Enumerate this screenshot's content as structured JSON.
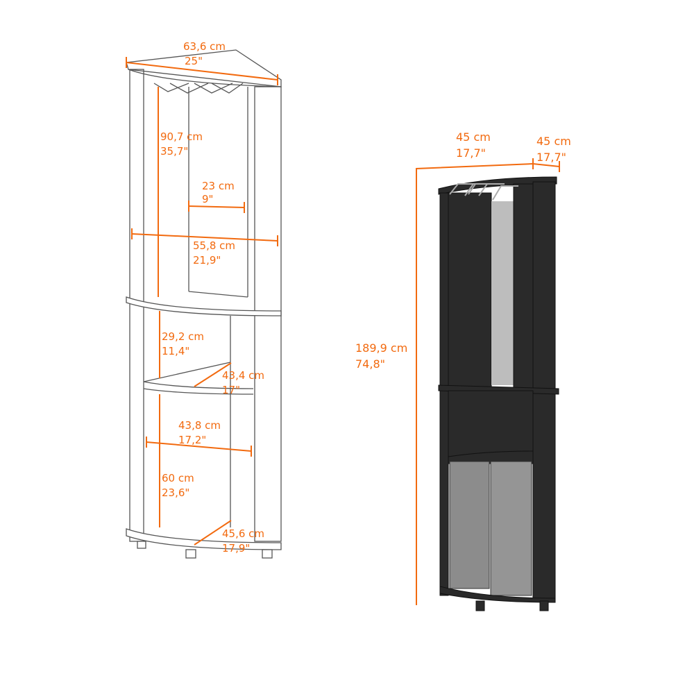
{
  "colors": {
    "dimension": "#f26a0f",
    "cabinet": "#2a2a2a",
    "mirror": "#bdbdbd",
    "outline": "#555555"
  },
  "left_drawing": {
    "top_width": {
      "cm": "63,6 cm",
      "in": "25\""
    },
    "upper_height": {
      "cm": "90,7 cm",
      "in": "35,7\""
    },
    "mirror_width": {
      "cm": "23 cm",
      "in": "9\""
    },
    "inner_width": {
      "cm": "55,8 cm",
      "in": "21,9\""
    },
    "open_shelf_height": {
      "cm": "29,2 cm",
      "in": "11,4\""
    },
    "shelf_depth": {
      "cm": "43,4 cm",
      "in": "17\""
    },
    "lower_width": {
      "cm": "43,8 cm",
      "in": "17,2\""
    },
    "lower_height": {
      "cm": "60 cm",
      "in": "23,6\""
    },
    "base_depth": {
      "cm": "45,6 cm",
      "in": "17,9\""
    }
  },
  "right_drawing": {
    "side_a": {
      "cm": "45 cm",
      "in": "17,7\""
    },
    "side_b": {
      "cm": "45 cm",
      "in": "17,7\""
    },
    "total_height": {
      "cm": "189,9 cm",
      "in": "74,8\""
    }
  }
}
